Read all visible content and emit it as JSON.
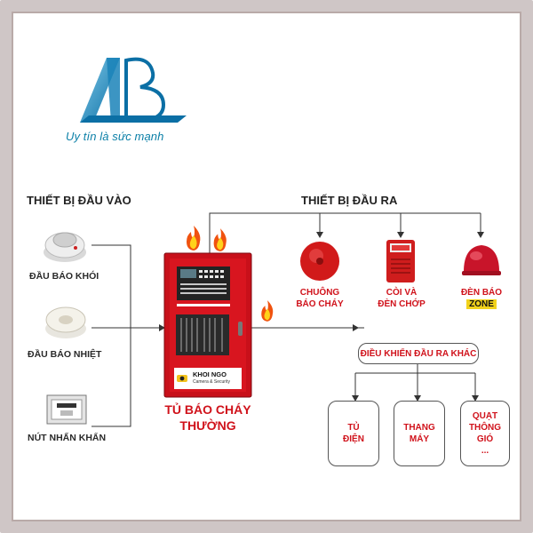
{
  "logo": {
    "tagline": "Uy tín là sức mạnh"
  },
  "inputs": {
    "title": "THIẾT BỊ ĐẦU VÀO",
    "items": [
      "ĐẦU BÁO KHÓI",
      "ĐẦU BÁO NHIỆT",
      "NÚT NHẤN KHẨN"
    ]
  },
  "outputs": {
    "title": "THIẾT BỊ ĐẦU RA",
    "bell": [
      "CHUÔNG",
      "BÁO CHÁY"
    ],
    "siren": [
      "CÒI VÀ",
      "ĐÈN CHỚP"
    ],
    "lamp": [
      "ĐÈN BÁO",
      "ZONE"
    ]
  },
  "panel": {
    "title": [
      "TỦ BÁO CHÁY",
      "THƯỜNG"
    ],
    "badge_brand": "KHOI NGO",
    "badge_sub": "Camera & Security"
  },
  "control": {
    "title": "ĐIỀU KHIỂN ĐẦU RA KHÁC",
    "boxes": [
      [
        "TỦ",
        "ĐIỆN"
      ],
      [
        "THANG",
        "MÁY"
      ],
      [
        "QUẠT",
        "THÔNG",
        "GIÓ",
        "..."
      ]
    ]
  },
  "colors": {
    "accent_red": "#d0121b",
    "logo_blue": "#0a7fa7",
    "zone_yellow": "#f2d21c"
  }
}
